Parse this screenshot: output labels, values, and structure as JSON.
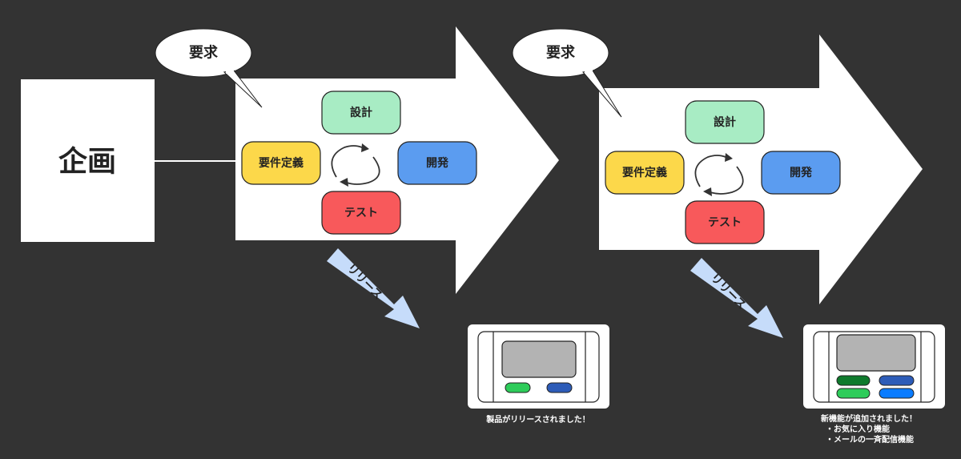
{
  "planning": {
    "label": "企画"
  },
  "iterations": [
    {
      "bubble": "要求",
      "phases": {
        "requirements": "要件定義",
        "design": "設計",
        "development": "開発",
        "test": "テスト"
      },
      "release_label": "リリース",
      "product": {
        "caption_lines": [
          "製品がリリースされました！"
        ]
      }
    },
    {
      "bubble": "要求",
      "phases": {
        "requirements": "要件定義",
        "design": "設計",
        "development": "開発",
        "test": "テスト"
      },
      "release_label": "リリース",
      "product": {
        "caption_lines": [
          "新機能が追加されました！",
          "・お気に入り機能",
          "・メールの一斉配信機能"
        ]
      }
    }
  ],
  "colors": {
    "background": "#333333",
    "requirements": "#fcd84a",
    "design": "#a8ecc4",
    "development": "#5b9cf0",
    "test": "#f8595b",
    "release_arrow": "#c6dcfa",
    "screen": "#b3b3b3",
    "btn_green": "#2ecc5a",
    "btn_blue": "#2d5cb8",
    "btn_dark_green": "#0f7a2d",
    "btn_light_blue": "#0a7cff"
  }
}
